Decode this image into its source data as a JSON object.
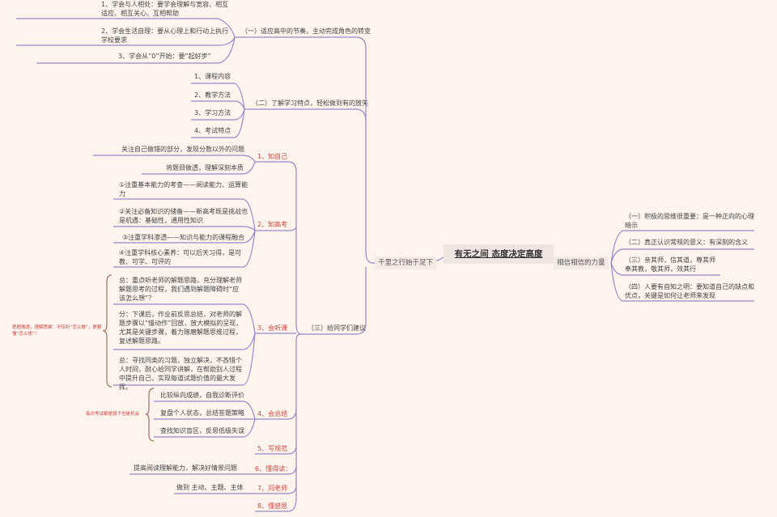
{
  "root": "有无之间 态度决定高度",
  "left_branch": {
    "label": "千里之行始于足下",
    "sections": [
      {
        "label": "（一）适应高中的节奏，主动完成角色的转变",
        "items": [
          "1、学会与人相处：要学会理解与宽容、相互适应、相互关心、互相帮助",
          "2、学会生活自理：要从心理上和行动上执行学校要求",
          "3、学会从“0”开始：要“起好步”"
        ]
      },
      {
        "label": "（二）了解学习特点，轻松做到有的放矢",
        "items": [
          "1、课程内容",
          "2、教学方法",
          "3、学习方法",
          "4、考试特点"
        ]
      },
      {
        "label": "（三）给同学们建议",
        "subs": [
          {
            "label": "1、知自己",
            "items": [
              "关注自己做错的部分，发现分数以外的问题",
              "将题目做透，理解深刻本质"
            ]
          },
          {
            "label": "2、知高考",
            "items": [
              "①注重基本能力的考查——阅读能力、运算能力",
              "②关注必备知识的储备——新高考既是挑战也是机遇：基础性，通用性知识",
              "③注重学科渗透——知识与能力的课程融合",
              "④注重学科核心素养：可以后天习得，是可教、可学、可评的"
            ]
          },
          {
            "label": "3、会听课",
            "note": "把题做透，理解思维：不仅听“怎么做”，更要懂“怎么想”！",
            "items": [
              "总：重点听老师的解题思路，充分理解老师解题思考的过程，我们遇到解题障碍时“应该怎么想”？",
              "分：下课后，作业前反思总结，对老师的解题步骤以“慢动作”回放，放大模拟的呈现，尤其是关键步骤，着力琢磨解题思维过程，复述解题思路。",
              "总：寻找同类的习题，独立解决，不吝惜个人时间，耐心给同学讲解，在帮助别人过程中提升自己，实现每道试题价值的最大发挥。"
            ]
          },
          {
            "label": "4、会总结",
            "note": "每次考试都是镜子也是机会",
            "items": [
              "比较纵向成绩，自我诊断评价",
              "复盘个人状态，总结答题策略",
              "查找知识盲区，反思低级失误"
            ]
          },
          {
            "label": "5、写规范"
          },
          {
            "label": "6、懂得读：",
            "items": [
              "提高阅读理解能力，解决好情景问题"
            ]
          },
          {
            "label": "7、问老师",
            "items": [
              "做到 主动、主题、主体"
            ]
          },
          {
            "label": "8、懂感恩"
          }
        ]
      }
    ]
  },
  "right_branch": {
    "label": "相信相信的力量",
    "items": [
      "（一）积极的思维很重要：是一种正向的心理暗示",
      "（二）真正认识常规的意义：有深刻的含义",
      "（三）亲其师，信其道，尊其师\n奉其教，敬其师，效其行",
      "（四）人要有自知之明：要知道自己的缺点和优点，关键是如何让老师来发现"
    ]
  },
  "colors": {
    "line": "#9a87cc",
    "accent_red": "#d0463f",
    "background": "#fdf4ee"
  }
}
